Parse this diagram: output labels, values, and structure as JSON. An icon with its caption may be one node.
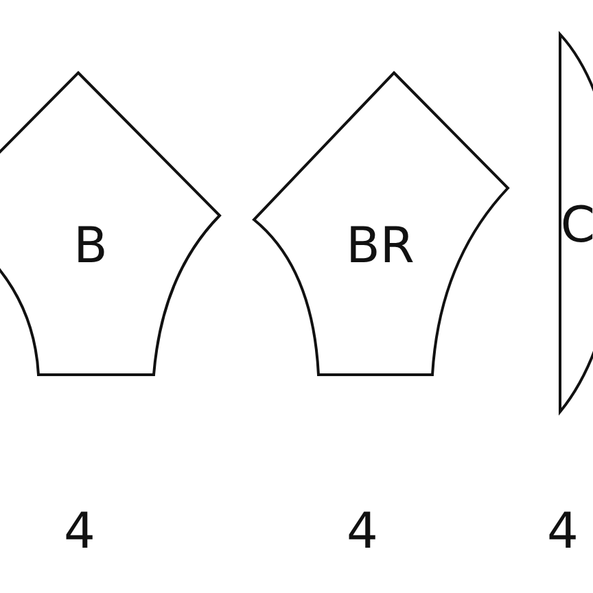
{
  "diagram": {
    "nodes": [
      {
        "text": [
          "B"
        ],
        "beside": [
          "4"
        ]
      },
      {
        "text": [
          "BR"
        ],
        "beside": [
          "4"
        ]
      },
      {
        "text": [
          "C"
        ],
        "beside": [
          "4"
        ]
      }
    ]
  }
}
